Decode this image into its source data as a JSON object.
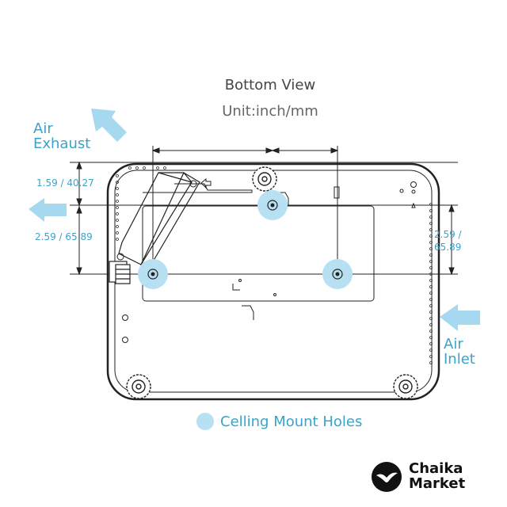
{
  "header": {
    "title": "Bottom View",
    "unit": "Unit:inch/mm"
  },
  "airflow": {
    "exhaust_label": "Air\nExhaust",
    "inlet_label": "Air\nInlet",
    "arrow_color": "#a6d9f0"
  },
  "dimensions": {
    "left_top": "1.59 / 40.27",
    "left_bottom": "2.59 / 65.89",
    "right": "2.59 / 65.89"
  },
  "legend": {
    "label": "Celling Mount Holes",
    "color": "#b7e0f3"
  },
  "brand": {
    "line1": "Chaika",
    "line2": "Market",
    "logo_icon": "seagull-circle-icon"
  },
  "colors": {
    "accent": "#3aa3c9",
    "outline": "#222222"
  }
}
